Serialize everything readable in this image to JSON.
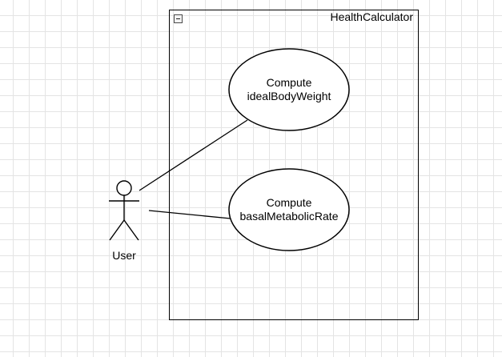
{
  "system": {
    "title": "HealthCalculator"
  },
  "actor": {
    "name": "User"
  },
  "use_cases": [
    {
      "line1": "Compute",
      "line2": "idealBodyWeight"
    },
    {
      "line1": "Compute",
      "line2": "basalMetabolicRate"
    }
  ],
  "colors": {
    "stroke": "#000000",
    "background": "#ffffff",
    "grid": "#e4e4e4"
  }
}
